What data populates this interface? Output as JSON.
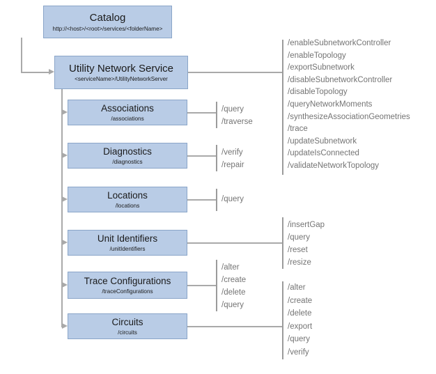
{
  "catalog": {
    "title": "Catalog",
    "subtitle": "http://<host>/<root>/services/<folderName>"
  },
  "service": {
    "title": "Utility Network Service",
    "subtitle": "<serviceName>/UtilityNetworkServer",
    "operations": [
      "/enableSubnetworkController",
      "/enableTopology",
      "/exportSubnetwork",
      "/disableSubnetworkController",
      "/disableTopology",
      "/queryNetworkMoments",
      "/synthesizeAssociationGeometries",
      "/trace",
      "/updateSubnetwork",
      "/updateIsConnected",
      "/validateNetworkTopology"
    ]
  },
  "children": [
    {
      "title": "Associations",
      "subtitle": "/associations",
      "operations": [
        "/query",
        "/traverse"
      ]
    },
    {
      "title": "Diagnostics",
      "subtitle": "/diagnostics",
      "operations": [
        "/verify",
        "/repair"
      ]
    },
    {
      "title": "Locations",
      "subtitle": "/locations",
      "operations": [
        "/query"
      ]
    },
    {
      "title": "Unit Identifiers",
      "subtitle": "/unitIdentifiers",
      "operations": [
        "/insertGap",
        "/query",
        "/reset",
        "/resize"
      ]
    },
    {
      "title": "Trace Configurations",
      "subtitle": "/traceConfigurations",
      "operations": [
        "/alter",
        "/create",
        "/delete",
        "/query"
      ]
    },
    {
      "title": "Circuits",
      "subtitle": "/circuits",
      "operations": [
        "/alter",
        "/create",
        "/delete",
        "/export",
        "/query",
        "/verify"
      ]
    }
  ],
  "colors": {
    "box_fill": "#b9cce6",
    "box_border": "#8aa5c8",
    "connector": "#a9a9a9",
    "operation_text": "#747474",
    "box_text": "#1a1a1a"
  }
}
